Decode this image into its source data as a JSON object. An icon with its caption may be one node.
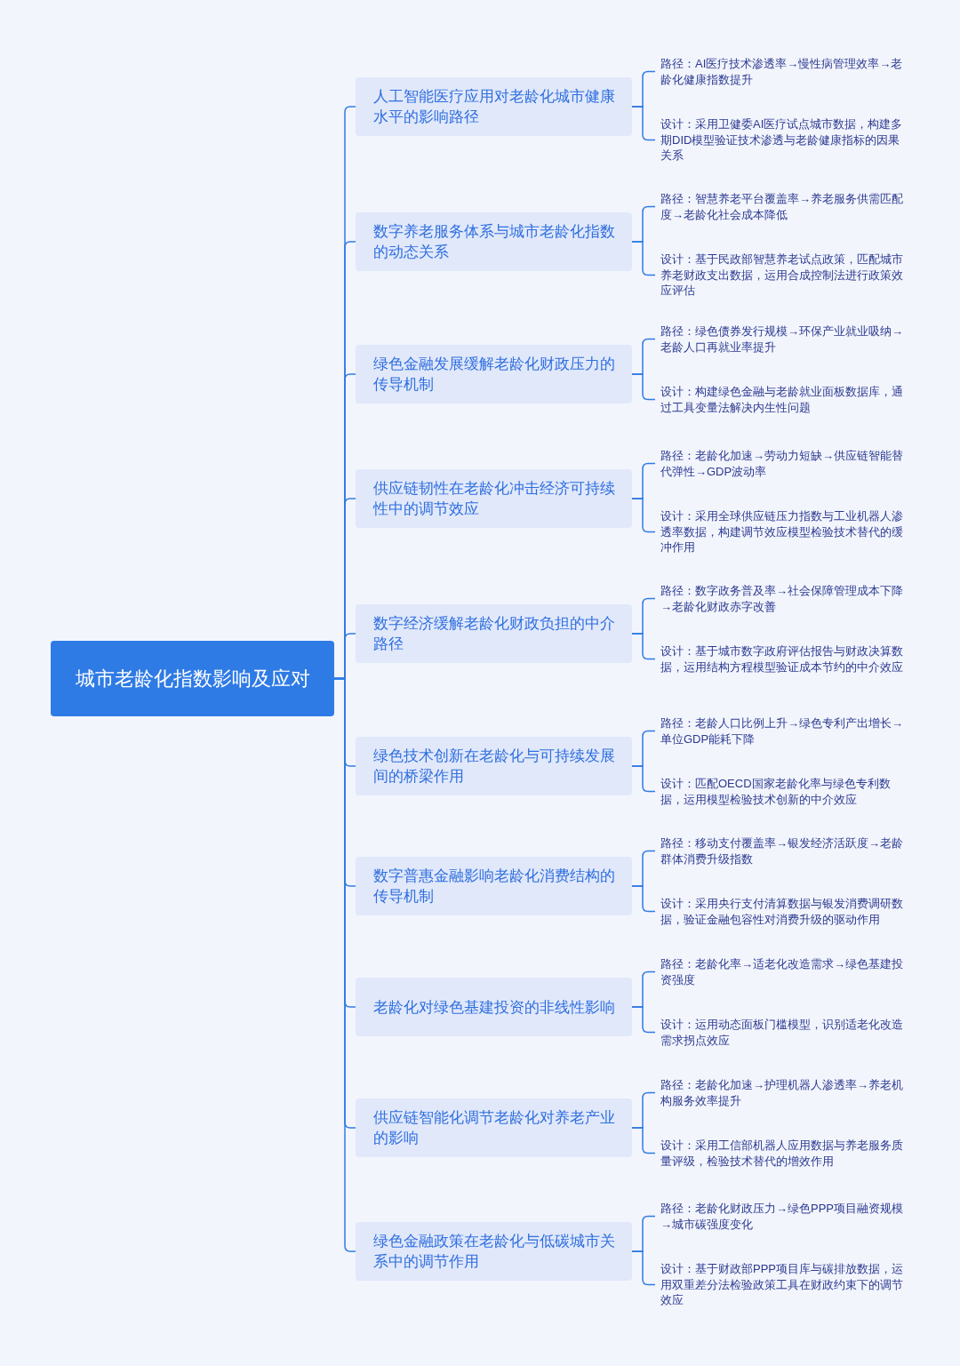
{
  "diagram": {
    "nodes": [
      {
        "text": [
          "城市老龄化指数影响及应对"
        ]
      },
      {
        "text": [
          "人工智能医疗应用对老龄化城市健康水平的影响路径"
        ]
      },
      {
        "text": [
          "路径：AI医疗技术渗透率→慢性病管理效率→老龄化健康指数提升"
        ]
      },
      {
        "text": [
          "设计：采用卫健委AI医疗试点城市数据，构建多期DID模型验证技术渗透与老龄健康指标的因果关系"
        ]
      },
      {
        "text": [
          "数字养老服务体系与城市老龄化指数的动态关系"
        ]
      },
      {
        "text": [
          "路径：智慧养老平台覆盖率→养老服务供需匹配度→老龄化社会成本降低"
        ]
      },
      {
        "text": [
          "设计：基于民政部智慧养老试点政策，匹配城市养老财政支出数据，运用合成控制法进行政策效应评估"
        ]
      },
      {
        "text": [
          "绿色金融发展缓解老龄化财政压力的传导机制"
        ]
      },
      {
        "text": [
          "路径：绿色债券发行规模→环保产业就业吸纳→老龄人口再就业率提升"
        ]
      },
      {
        "text": [
          "设计：构建绿色金融与老龄就业面板数据库，通过工具变量法解决内生性问题"
        ]
      },
      {
        "text": [
          "供应链韧性在老龄化冲击经济可持续性中的调节效应"
        ]
      },
      {
        "text": [
          "路径：老龄化加速→劳动力短缺→供应链智能替代弹性→GDP波动率"
        ]
      },
      {
        "text": [
          "设计：采用全球供应链压力指数与工业机器人渗透率数据，构建调节效应模型检验技术替代的缓冲作用"
        ]
      },
      {
        "text": [
          "数字经济缓解老龄化财政负担的中介路径"
        ]
      },
      {
        "text": [
          "路径：数字政务普及率→社会保障管理成本下降→老龄化财政赤字改善"
        ]
      },
      {
        "text": [
          "设计：基于城市数字政府评估报告与财政决算数据，运用结构方程模型验证成本节约的中介效应"
        ]
      },
      {
        "text": [
          "绿色技术创新在老龄化与可持续发展间的桥梁作用"
        ]
      },
      {
        "text": [
          "路径：老龄人口比例上升→绿色专利产出增长→单位GDP能耗下降"
        ]
      },
      {
        "text": [
          "设计：匹配OECD国家老龄化率与绿色专利数据，运用模型检验技术创新的中介效应"
        ]
      },
      {
        "text": [
          "数字普惠金融影响老龄化消费结构的传导机制"
        ]
      },
      {
        "text": [
          "路径：移动支付覆盖率→银发经济活跃度→老龄群体消费升级指数"
        ]
      },
      {
        "text": [
          "设计：采用央行支付清算数据与银发消费调研数据，验证金融包容性对消费升级的驱动作用"
        ]
      },
      {
        "text": [
          "老龄化对绿色基建投资的非线性影响"
        ]
      },
      {
        "text": [
          "路径：老龄化率→适老化改造需求→绿色基建投资强度"
        ]
      },
      {
        "text": [
          "设计：运用动态面板门槛模型，识别适老化改造需求拐点效应"
        ]
      },
      {
        "text": [
          "供应链智能化调节老龄化对养老产业的影响"
        ]
      },
      {
        "text": [
          "路径：老龄化加速→护理机器人渗透率→养老机构服务效率提升"
        ]
      },
      {
        "text": [
          "设计：采用工信部机器人应用数据与养老服务质量评级，检验技术替代的增效作用"
        ]
      },
      {
        "text": [
          "绿色金融政策在老龄化与低碳城市关系中的调节作用"
        ]
      },
      {
        "text": [
          "路径：老龄化财政压力→绿色PPP项目融资规模→城市碳强度变化"
        ]
      },
      {
        "text": [
          "设计：基于财政部PPP项目库与碳排放数据，运用双重差分法检验政策工具在财政约束下的调节效应"
        ]
      }
    ],
    "edges": [
      {
        "from": 0,
        "to": 1,
        "arrow": "none"
      },
      {
        "from": 1,
        "to": 2,
        "arrow": "none"
      },
      {
        "from": 1,
        "to": 3,
        "arrow": "none"
      },
      {
        "from": 0,
        "to": 4,
        "arrow": "none"
      },
      {
        "from": 4,
        "to": 5,
        "arrow": "none"
      },
      {
        "from": 4,
        "to": 6,
        "arrow": "none"
      },
      {
        "from": 0,
        "to": 7,
        "arrow": "none"
      },
      {
        "from": 7,
        "to": 8,
        "arrow": "none"
      },
      {
        "from": 7,
        "to": 9,
        "arrow": "none"
      },
      {
        "from": 0,
        "to": 10,
        "arrow": "none"
      },
      {
        "from": 10,
        "to": 11,
        "arrow": "none"
      },
      {
        "from": 10,
        "to": 12,
        "arrow": "none"
      },
      {
        "from": 0,
        "to": 13,
        "arrow": "none"
      },
      {
        "from": 13,
        "to": 14,
        "arrow": "none"
      },
      {
        "from": 13,
        "to": 15,
        "arrow": "none"
      },
      {
        "from": 0,
        "to": 16,
        "arrow": "none"
      },
      {
        "from": 16,
        "to": 17,
        "arrow": "none"
      },
      {
        "from": 16,
        "to": 18,
        "arrow": "none"
      },
      {
        "from": 0,
        "to": 19,
        "arrow": "none"
      },
      {
        "from": 19,
        "to": 20,
        "arrow": "none"
      },
      {
        "from": 19,
        "to": 21,
        "arrow": "none"
      },
      {
        "from": 0,
        "to": 22,
        "arrow": "none"
      },
      {
        "from": 22,
        "to": 23,
        "arrow": "none"
      },
      {
        "from": 22,
        "to": 24,
        "arrow": "none"
      },
      {
        "from": 0,
        "to": 25,
        "arrow": "none"
      },
      {
        "from": 25,
        "to": 26,
        "arrow": "none"
      },
      {
        "from": 25,
        "to": 27,
        "arrow": "none"
      },
      {
        "from": 0,
        "to": 28,
        "arrow": "none"
      },
      {
        "from": 28,
        "to": 29,
        "arrow": "none"
      },
      {
        "from": 28,
        "to": 30,
        "arrow": "none"
      }
    ]
  }
}
